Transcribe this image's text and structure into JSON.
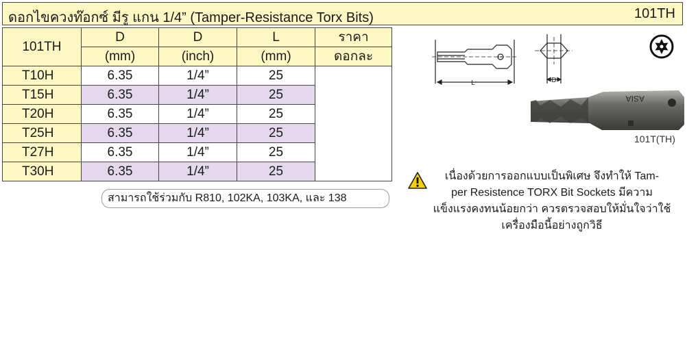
{
  "header": {
    "title": "ดอกไขควงท๊อกซ์ มีรู แกน 1/4” (Tamper-Resistance Torx Bits)",
    "code": "101TH"
  },
  "table": {
    "columns": [
      {
        "line1": "101TH",
        "line2": ""
      },
      {
        "line1": "D",
        "line2": "(mm)"
      },
      {
        "line1": "D",
        "line2": "(inch)"
      },
      {
        "line1": "L",
        "line2": "(mm)"
      },
      {
        "line1": "ราคา",
        "line2": "ดอกละ"
      }
    ],
    "rows": [
      {
        "model": "T10H",
        "d_mm": "6.35",
        "d_inch": "1/4”",
        "l_mm": "25"
      },
      {
        "model": "T15H",
        "d_mm": "6.35",
        "d_inch": "1/4”",
        "l_mm": "25"
      },
      {
        "model": "T20H",
        "d_mm": "6.35",
        "d_inch": "1/4”",
        "l_mm": "25"
      },
      {
        "model": "T25H",
        "d_mm": "6.35",
        "d_inch": "1/4”",
        "l_mm": "25"
      },
      {
        "model": "T27H",
        "d_mm": "6.35",
        "d_inch": "1/4”",
        "l_mm": "25"
      },
      {
        "model": "T30H",
        "d_mm": "6.35",
        "d_inch": "1/4”",
        "l_mm": "25"
      }
    ]
  },
  "compat_note": "สามารถใช้ร่วมกับ R810,  102KA, 103KA, และ 138",
  "drawing": {
    "label_l": "L",
    "label_d": "D"
  },
  "photo": {
    "brand": "ASIA",
    "caption": "101T(TH)"
  },
  "warning": {
    "lines": [
      "เนื่องด้วยการออกแบบเป็นพิเศษ จึงทำให้ Tam-",
      "per Resistence TORX Bit Sockets มีความ",
      "แข็งแรงคงทนน้อยกว่า ควรตรวจสอบให้มั่นใจว่าใช้",
      "เครื่องมือนี้อย่างถูกวิธี"
    ]
  },
  "colors": {
    "header_bg": "#fdf7c4",
    "alt_row_bg": "#e4d9ec",
    "warning_yellow": "#f5d000"
  }
}
